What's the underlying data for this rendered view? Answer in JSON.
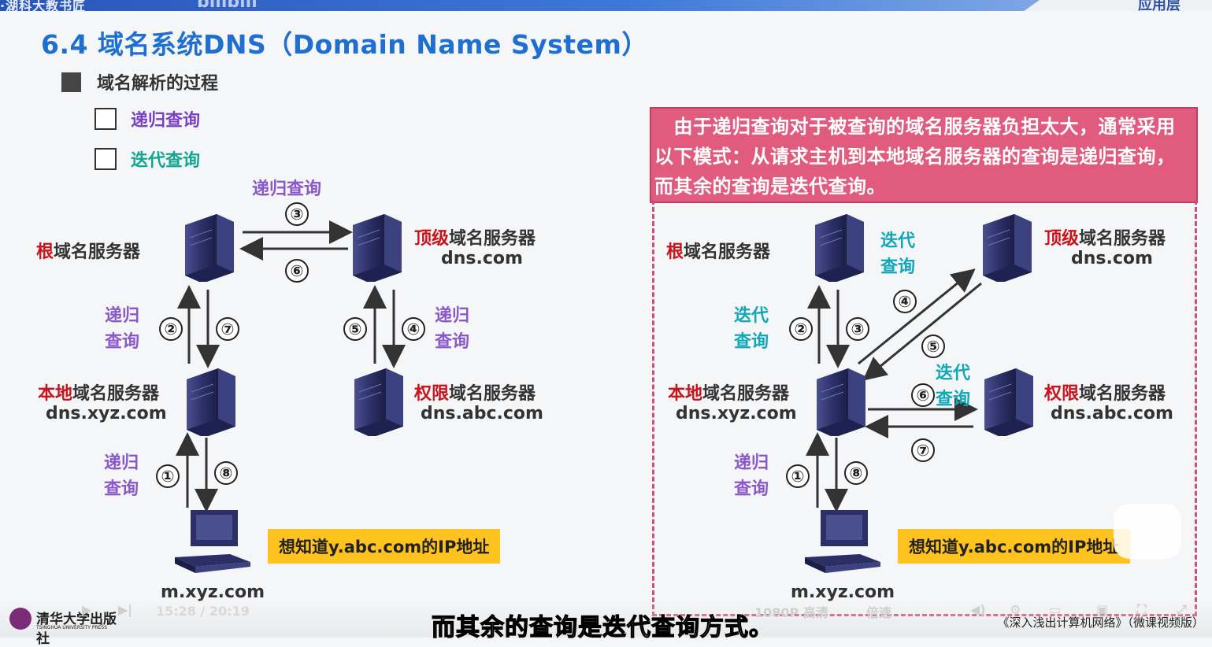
{
  "header": {
    "chapter": "·湖科大教书匠",
    "logo": "bilibili",
    "center": "",
    "layer": "应用层"
  },
  "title": "6.4 域名系统DNS（Domain Name System）",
  "bullet": "域名解析的过程",
  "checkboxes": [
    "递归查询",
    "迭代查询"
  ],
  "left": {
    "top_query": "递归查询",
    "root_red": "根",
    "root_rest": "域名服务器",
    "tld_red": "顶级",
    "tld_rest": "域名服务器",
    "tld_dns": "dns.com",
    "local_red": "本地",
    "local_rest": "域名服务器",
    "local_dns": "dns.xyz.com",
    "auth_red": "权限",
    "auth_rest": "域名服务器",
    "auth_dns": "dns.abc.com",
    "q_left": "递归\n查询",
    "q_right": "递归\n查询",
    "q_bottom": "递归\n查询",
    "nums": [
      "①",
      "②",
      "③",
      "④",
      "⑤",
      "⑥",
      "⑦",
      "⑧"
    ],
    "host": "m.xyz.com",
    "note": "想知道y.abc.com的IP地址"
  },
  "right": {
    "banner": "　由于递归查询对于被查询的域名服务器负担太大，通常采用以下模式：从请求主机到本地域名服务器的查询是递归查询，而其余的查询是迭代查询。",
    "root_red": "根",
    "root_rest": "域名服务器",
    "tld_red": "顶级",
    "tld_rest": "域名服务器",
    "tld_dns": "dns.com",
    "local_red": "本地",
    "local_rest": "域名服务器",
    "local_dns": "dns.xyz.com",
    "auth_red": "权限",
    "auth_rest": "域名服务器",
    "auth_dns": "dns.abc.com",
    "q_root": "迭代\n查询",
    "q_left": "迭代\n查询",
    "q_auth": "迭代\n查询",
    "q_bottom": "递归\n查询",
    "host": "m.xyz.com",
    "note": "想知道y.abc.com的IP地址"
  },
  "player": {
    "subtitle": "而其余的查询是迭代查询方式。",
    "time": "15:28 / 20:19",
    "quality": "1080P 高清",
    "speed": "倍速",
    "publisher": "清华大学出版社",
    "publisher_en": "TSINGHUA UNIVERSITY PRESS",
    "book": "《深入浅出计算机网络》（微课视频版）"
  }
}
